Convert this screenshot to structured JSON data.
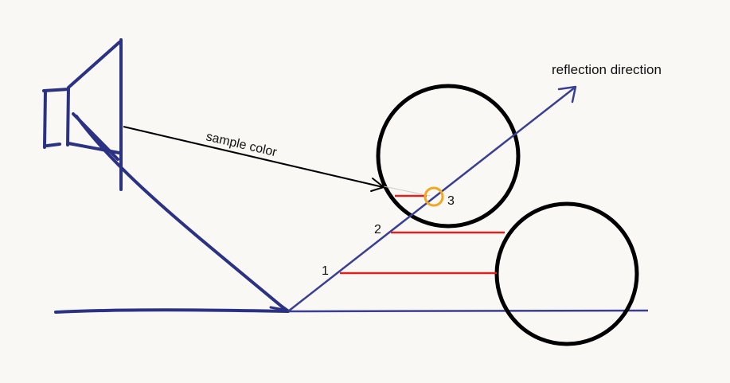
{
  "labels": {
    "reflection_direction": "reflection direction",
    "sample_color": "sample color",
    "step_1": "1",
    "step_2": "2",
    "step_3": "3"
  },
  "colors": {
    "background": "#faf8f4",
    "sketch_blue": "#2b3284",
    "ray_blue": "#3a3f94",
    "circle_black": "#000000",
    "step_red": "#e02020",
    "hit_marker_orange": "#f0a820",
    "arrow_black": "#000000"
  },
  "icons": {
    "camera": "camera-sketch-icon",
    "hit_marker": "hit-circle-icon"
  }
}
